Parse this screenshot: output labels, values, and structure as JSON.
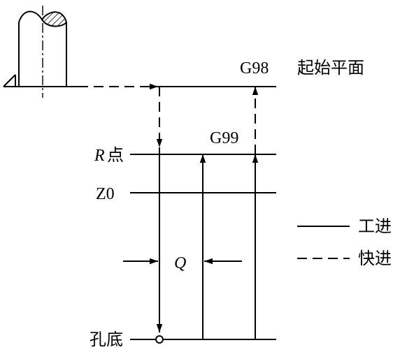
{
  "labels": {
    "g98": "G98",
    "initial_plane": "起始平面",
    "g99": "G99",
    "r_letter": "R",
    "r_point": "点",
    "z0": "Z0",
    "q": "Q",
    "hole_bottom": "孔底"
  },
  "legend": {
    "feed": "工进",
    "rapid": "快进"
  }
}
